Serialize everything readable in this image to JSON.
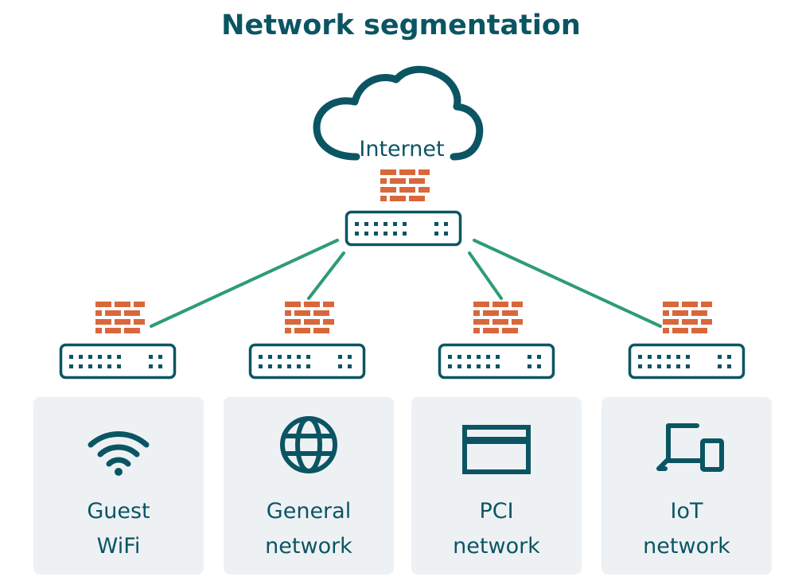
{
  "title": "Network segmentation",
  "internet": {
    "label": "Internet"
  },
  "colors": {
    "primary": "#0b5563",
    "firewall": "#d9673b",
    "link": "#2e9c72",
    "card_bg": "#eef1f4"
  },
  "segments": [
    {
      "line1": "Guest",
      "line2": "WiFi",
      "icon": "wifi-icon"
    },
    {
      "line1": "General",
      "line2": "network",
      "icon": "globe-icon"
    },
    {
      "line1": "PCI",
      "line2": "network",
      "icon": "payment-card-icon"
    },
    {
      "line1": "IoT",
      "line2": "network",
      "icon": "devices-icon"
    }
  ]
}
